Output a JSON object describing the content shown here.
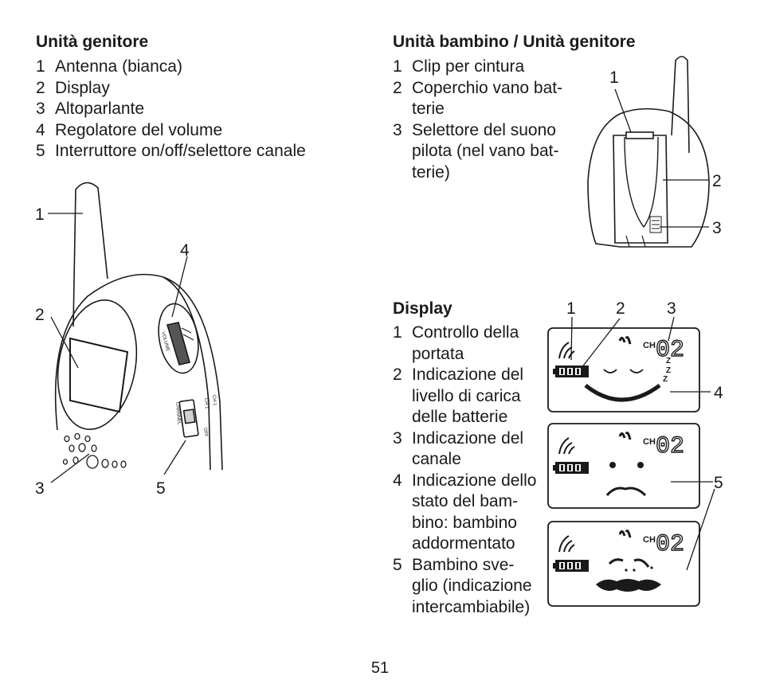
{
  "parent_unit": {
    "heading": "Unità genitore",
    "items": [
      {
        "num": "1",
        "text": "Antenna (bianca)"
      },
      {
        "num": "2",
        "text": "Display"
      },
      {
        "num": "3",
        "text": "Altoparlante"
      },
      {
        "num": "4",
        "text": "Regolatore del volume"
      },
      {
        "num": "5",
        "text": "Interruttore on/off/selettore canale"
      }
    ],
    "figure": {
      "callouts": [
        "1",
        "2",
        "3",
        "4",
        "5"
      ],
      "labels": {
        "volume": "VOLUME",
        "channel": "CHANNEL",
        "ch1": "CH 1",
        "ch2": "CH 1",
        "off": "OFF"
      }
    }
  },
  "baby_unit": {
    "heading": "Unità bambino / Unità genitore",
    "items": [
      {
        "num": "1",
        "lines": [
          "Clip per cintura"
        ]
      },
      {
        "num": "2",
        "lines": [
          "Coperchio vano bat-",
          "terie"
        ]
      },
      {
        "num": "3",
        "lines": [
          "Selettore del suono",
          "pilota (nel vano bat-",
          "terie)"
        ]
      }
    ],
    "figure": {
      "callouts": [
        "1",
        "2",
        "3"
      ]
    }
  },
  "display": {
    "heading": "Display",
    "items": [
      {
        "num": "1",
        "lines": [
          "Controllo della",
          "portata"
        ]
      },
      {
        "num": "2",
        "lines": [
          "Indicazione del",
          "livello di carica",
          "delle batterie"
        ]
      },
      {
        "num": "3",
        "lines": [
          "Indicazione del",
          "canale"
        ]
      },
      {
        "num": "4",
        "lines": [
          "Indicazione dello",
          "stato del bam-",
          "bino: bambino",
          "addormentato"
        ]
      },
      {
        "num": "5",
        "lines": [
          "Bambino sve-",
          "glio (indicazione",
          "intercambiabile)"
        ]
      }
    ],
    "figure": {
      "callouts": [
        "1",
        "2",
        "3",
        "4",
        "5"
      ],
      "lcd": {
        "ch_label": "CH",
        "channel": "02",
        "sleep_marks": [
          "Z",
          "Z",
          "Z"
        ]
      }
    }
  },
  "page_number": "51"
}
